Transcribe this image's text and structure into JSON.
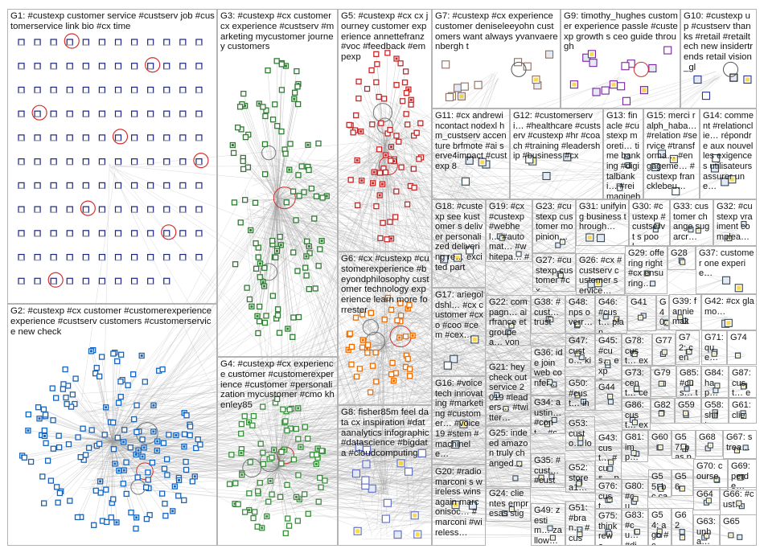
{
  "canvas": {
    "background": "#ffffff",
    "border_color": "#b4b4b4"
  },
  "colors": {
    "G1": "#1a237e",
    "G2": "#1565c0",
    "G3": "#2e7d32",
    "G4": "#388e3c",
    "G5": "#c62828",
    "G6": "#ef6c00",
    "G7": "#8d6e63",
    "G8": "#5c6bc0",
    "G9": "#7b1fa2",
    "G10": "#283593",
    "edge": "#9e9e9e",
    "self_loop": "#d32f2f",
    "accent_yellow": "#f9c800"
  },
  "groups": [
    {
      "id": "G1",
      "label": "G1: #custexp customer service #custserv job #customerservice link bio #cx time",
      "nodes": 130,
      "style": "grid"
    },
    {
      "id": "G2",
      "label": "G2: #custexp #cx customer #customerexperience experience #custserv customers #customerservice new check",
      "nodes": 150,
      "style": "cluster"
    },
    {
      "id": "G3",
      "label": "G3: #custexp #cx customer cx experience #custserv #marketing mycustomer journey customers",
      "nodes": 110,
      "style": "cluster"
    },
    {
      "id": "G4",
      "label": "G4: #custexp #cx experience customer #customerexperience #customer #personalization mycustomer #cmo khenley85",
      "nodes": 80,
      "style": "cluster"
    },
    {
      "id": "G5",
      "label": "G5: #custexp #cx cx journey customer experience annettefranz #voc #feedback #empexp",
      "nodes": 70,
      "style": "cluster"
    },
    {
      "id": "G6",
      "label": "G6: #cx #custexp #customerexperience #beyondphilosophy customer technology experience learn more forrester",
      "nodes": 40,
      "style": "cluster"
    },
    {
      "id": "G7",
      "label": "G7: #custexp #cx experience customer deniseleeyohn customers want always yvanvaerenbergh t",
      "nodes": 12,
      "style": "scatter"
    },
    {
      "id": "G8",
      "label": "G8: fisher85m feel data cx inspiration #dataanalytics infographic #datascience #bigdata #cloudcomputing",
      "nodes": 16,
      "style": "scatter"
    },
    {
      "id": "G9",
      "label": "G9: timothy_hughes customer experience passle #custexp growth s ceo guide through",
      "nodes": 14,
      "style": "scatter"
    },
    {
      "id": "G10",
      "label": "G10: #custexp up #custserv thanks #retail #retailtech new insidertrends retail vision_gl",
      "nodes": 4,
      "style": "scatter"
    },
    {
      "id": "G11",
      "label": "G11: #cx andrewincontact nodexl hm_custserv accenture brfmote #ai serve4impact #custexp 8",
      "nodes": 4,
      "style": "scatter"
    },
    {
      "id": "G12",
      "label": "G12: #customerservi… #healthcare #custserv #custexp #hr #coach #training #leadership #business #cx",
      "nodes": 4,
      "style": "scatter"
    },
    {
      "id": "G13",
      "label": "G13: finacle #custexp moreti… time banking #digitalbanki… #reimaginebl… now #banking #fintech",
      "nodes": 4,
      "style": "scatter"
    },
    {
      "id": "G15",
      "label": "G15: merci ralph_haba… #relation #service #transforma… #engageme… #custexp francklebeu…",
      "nodes": 4,
      "style": "scatter"
    },
    {
      "id": "G14",
      "label": "G14: comment #relationclie… répondre aux nouvelles exigences utilisateurs assurer une…",
      "nodes": 4,
      "style": "scatter"
    },
    {
      "id": "G18",
      "label": "G18: #custexp see kustomer s deliver personalized delivering re… excited part",
      "nodes": 3,
      "style": "scatter"
    },
    {
      "id": "G19",
      "label": "G19: #cx #custexp #webhel… #automat… #whitepa… #ai #cxo a find out",
      "nodes": 3,
      "style": "scatter"
    },
    {
      "id": "G23",
      "label": "G23: #custexp customer mopinion…",
      "nodes": 2,
      "style": "scatter"
    },
    {
      "id": "G31",
      "label": "G31: unifying business through…",
      "nodes": 2,
      "style": "scatter"
    },
    {
      "id": "G30",
      "label": "G30: #custexp #custserv t s pool…",
      "nodes": 2,
      "style": "scatter"
    },
    {
      "id": "G33",
      "label": "G33: customer change sugarcr…",
      "nodes": 2,
      "style": "scatter"
    },
    {
      "id": "G32",
      "label": "G32: #custexp vraiment complea…",
      "nodes": 2,
      "style": "scatter"
    },
    {
      "id": "G27",
      "label": "G27: #custexp customer #cx…",
      "nodes": 2,
      "style": "scatter"
    },
    {
      "id": "G26",
      "label": "G26: #cx #custserv customer service…",
      "nodes": 2,
      "style": "scatter"
    },
    {
      "id": "G29",
      "label": "G29: offering right #cx ensuring…",
      "nodes": 2,
      "style": "scatter"
    },
    {
      "id": "G28",
      "label": "G28",
      "nodes": 2,
      "style": "scatter"
    },
    {
      "id": "G37",
      "label": "G37: customer one experie…",
      "nodes": 2,
      "style": "scatter"
    },
    {
      "id": "G39",
      "label": "G39: fannie make…",
      "nodes": 2,
      "style": "scatter"
    },
    {
      "id": "G42",
      "label": "G42: #cx glamo…",
      "nodes": 2,
      "style": "scatter"
    },
    {
      "id": "G17",
      "label": "G17: ariegoldshl… #cx customer #cxo #coo #cem #cex…",
      "nodes": 3,
      "style": "scatter"
    },
    {
      "id": "G22",
      "label": "G22: compagn… airfrance et groupea… vont…",
      "nodes": 2,
      "style": "scatter"
    },
    {
      "id": "G38",
      "label": "G38: #cust… trust",
      "nodes": 2,
      "style": "scatter"
    },
    {
      "id": "G48",
      "label": "G48: nps overr…",
      "nodes": 2,
      "style": "scatter"
    },
    {
      "id": "G46",
      "label": "G46: #cust… plan…",
      "nodes": 2,
      "style": "scatter"
    },
    {
      "id": "G41",
      "label": "G41",
      "nodes": 2,
      "style": "scatter"
    },
    {
      "id": "G40",
      "label": "G40: #cust…",
      "nodes": 2,
      "style": "scatter"
    },
    {
      "id": "G36",
      "label": "G36: ide join web confer…",
      "nodes": 2,
      "style": "scatter"
    },
    {
      "id": "G47",
      "label": "G47: custo… king…",
      "nodes": 2,
      "style": "scatter"
    },
    {
      "id": "G45",
      "label": "G45: #cus… expe… out…",
      "nodes": 2,
      "style": "scatter"
    },
    {
      "id": "G78",
      "label": "G78: cust… expe…",
      "nodes": 2,
      "style": "scatter"
    },
    {
      "id": "G77",
      "label": "G77",
      "nodes": 2,
      "style": "scatter"
    },
    {
      "id": "G72",
      "label": "G72: cent… cent…",
      "nodes": 2,
      "style": "scatter"
    },
    {
      "id": "G71",
      "label": "G71: que… que…",
      "nodes": 2,
      "style": "scatter"
    },
    {
      "id": "G74",
      "label": "G74",
      "nodes": 2,
      "style": "scatter"
    },
    {
      "id": "G21",
      "label": "G21: hey check out service 2019 #leaders… #twitter…",
      "nodes": 2,
      "style": "scatter"
    },
    {
      "id": "G50",
      "label": "G50: #cust… insan…",
      "nodes": 2,
      "style": "scatter"
    },
    {
      "id": "G44",
      "label": "G44",
      "nodes": 2,
      "style": "scatter"
    },
    {
      "id": "G73",
      "label": "G73: cent… cent…",
      "nodes": 2,
      "style": "scatter"
    },
    {
      "id": "G79",
      "label": "G79",
      "nodes": 2,
      "style": "scatter"
    },
    {
      "id": "G85",
      "label": "G85: #cus… treat…",
      "nodes": 2,
      "style": "scatter"
    },
    {
      "id": "G84",
      "label": "G84: hap…",
      "nodes": 2,
      "style": "scatter"
    },
    {
      "id": "G87",
      "label": "G87: cust… expe…",
      "nodes": 2,
      "style": "scatter"
    },
    {
      "id": "G16",
      "label": "G16: #voicetech innovating #marketing #customer… #voice19 #stem #machinele…",
      "nodes": 2,
      "style": "scatter"
    },
    {
      "id": "G34",
      "label": "G34: austin… #cont… #cx…",
      "nodes": 2,
      "style": "scatter"
    },
    {
      "id": "G53",
      "label": "G53: custo… loyalt…",
      "nodes": 2,
      "style": "scatter"
    },
    {
      "id": "G86",
      "label": "G86: cust… exp…",
      "nodes": 2,
      "style": "scatter"
    },
    {
      "id": "G82",
      "label": "G82",
      "nodes": 2,
      "style": "scatter"
    },
    {
      "id": "G59",
      "label": "G59",
      "nodes": 2,
      "style": "scatter"
    },
    {
      "id": "G58",
      "label": "G58: shift…",
      "nodes": 2,
      "style": "scatter"
    },
    {
      "id": "G61",
      "label": "G61: clien…",
      "nodes": 2,
      "style": "scatter"
    },
    {
      "id": "G25",
      "label": "G25: indeed amazon truly changed…",
      "nodes": 2,
      "style": "scatter"
    },
    {
      "id": "G43",
      "label": "G43: cust… #cus… pers…",
      "nodes": 2,
      "style": "scatter"
    },
    {
      "id": "G81",
      "label": "G81: imp… digit…",
      "nodes": 2,
      "style": "scatter"
    },
    {
      "id": "G60",
      "label": "G60",
      "nodes": 2,
      "style": "scatter"
    },
    {
      "id": "G57",
      "label": "G57: pas plus…",
      "nodes": 2,
      "style": "scatter"
    },
    {
      "id": "G68",
      "label": "G68",
      "nodes": 2,
      "style": "scatter"
    },
    {
      "id": "G67",
      "label": "G67: strea…",
      "nodes": 2,
      "style": "scatter"
    },
    {
      "id": "G35",
      "label": "G35: #cust… #custs… #cx…",
      "nodes": 2,
      "style": "scatter"
    },
    {
      "id": "G20",
      "label": "G20: #radio marconi s wireless wins again marconisoc… #marconi #wireless…",
      "nodes": 2,
      "style": "scatter"
    },
    {
      "id": "G52",
      "label": "G52: store a1…",
      "nodes": 2,
      "style": "scatter"
    },
    {
      "id": "G55",
      "label": "G55: bc can…",
      "nodes": 2,
      "style": "scatter"
    },
    {
      "id": "G56",
      "label": "G56",
      "nodes": 2,
      "style": "scatter"
    },
    {
      "id": "G70",
      "label": "G70: course",
      "nodes": 2,
      "style": "scatter"
    },
    {
      "id": "G69",
      "label": "G69: perde…",
      "nodes": 2,
      "style": "scatter"
    },
    {
      "id": "G76",
      "label": "G76: cust…",
      "nodes": 2,
      "style": "scatter"
    },
    {
      "id": "G80",
      "label": "G80: #cu… #cx…",
      "nodes": 2,
      "style": "scatter"
    },
    {
      "id": "G64",
      "label": "G64",
      "nodes": 2,
      "style": "scatter"
    },
    {
      "id": "G66",
      "label": "G66: #cust…",
      "nodes": 2,
      "style": "scatter"
    },
    {
      "id": "G24",
      "label": "G24: clientes empresas stigacx expectati…",
      "nodes": 2,
      "style": "scatter"
    },
    {
      "id": "G49",
      "label": "G49: zestim… zallow…",
      "nodes": 2,
      "style": "scatter"
    },
    {
      "id": "G51",
      "label": "G51: #bran… #cust…",
      "nodes": 2,
      "style": "scatter"
    },
    {
      "id": "G75",
      "label": "G75: think rewa…",
      "nodes": 2,
      "style": "scatter"
    },
    {
      "id": "G83",
      "label": "G83: #cu… #dis… #cu…",
      "nodes": 2,
      "style": "scatter"
    },
    {
      "id": "G54",
      "label": "G54: ago #cu…",
      "nodes": 2,
      "style": "scatter"
    },
    {
      "id": "G62",
      "label": "G62",
      "nodes": 2,
      "style": "scatter"
    },
    {
      "id": "G63",
      "label": "G63: unha…",
      "nodes": 2,
      "style": "scatter"
    },
    {
      "id": "G65",
      "label": "G65",
      "nodes": 2,
      "style": "scatter"
    }
  ]
}
